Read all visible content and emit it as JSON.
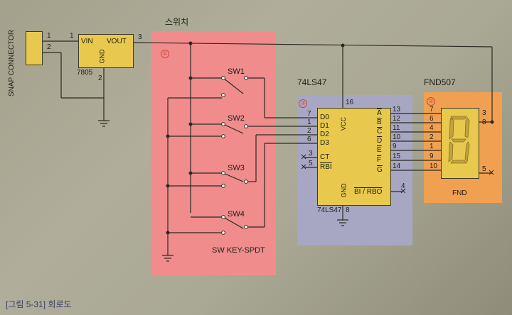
{
  "caption": "[그림 5-31] 회로도",
  "sections": {
    "switch_title": "스위치",
    "decoder_title": "74LS47",
    "display_title": "FND507"
  },
  "markers": {
    "one": "①",
    "two": "②",
    "three": "③"
  },
  "snap": {
    "label": "SNAP CONNECTOR",
    "pin1": "1",
    "pin2": "2"
  },
  "regulator": {
    "name": "7805",
    "vin": "VIN",
    "vout": "VOUT",
    "gnd": "GND",
    "pin_in": "1",
    "pin_out": "3",
    "pin_gnd": "2"
  },
  "switches": {
    "labels": [
      "SW1",
      "SW2",
      "SW3",
      "SW4"
    ],
    "footer": "SW KEY-SPDT"
  },
  "decoder": {
    "name": "74LS47",
    "vcc": "VCC",
    "vcc_pin": "16",
    "gnd": "GND",
    "gnd_pin": "8",
    "inputs": [
      {
        "name": "D0",
        "pin": "7"
      },
      {
        "name": "D1",
        "pin": "1"
      },
      {
        "name": "D2",
        "pin": "2"
      },
      {
        "name": "D3",
        "pin": "6"
      }
    ],
    "ct": {
      "name": "CT",
      "pin": "3"
    },
    "rbi": {
      "name": "RBI",
      "pin": "5"
    },
    "outputs": [
      {
        "name": "A",
        "pin": "13"
      },
      {
        "name": "B",
        "pin": "12"
      },
      {
        "name": "C",
        "pin": "11"
      },
      {
        "name": "D",
        "pin": "10"
      },
      {
        "name": "E",
        "pin": "9"
      },
      {
        "name": "F",
        "pin": "15"
      },
      {
        "name": "G",
        "pin": "14"
      }
    ],
    "bi_rbo": "BI / RBO",
    "bi_pin": "4"
  },
  "fnd": {
    "name": "FND",
    "seg_pins": [
      "7",
      "6",
      "4",
      "2",
      "1",
      "9",
      "10"
    ],
    "common_pins": [
      "3",
      "8"
    ],
    "dp_pin": "5"
  },
  "colors": {
    "switch_panel": "#f08c8c",
    "decoder_panel": "#a7a7c4",
    "display_panel": "#f0a050",
    "chip": "#e8c94e",
    "wire": "#2a2a22"
  }
}
